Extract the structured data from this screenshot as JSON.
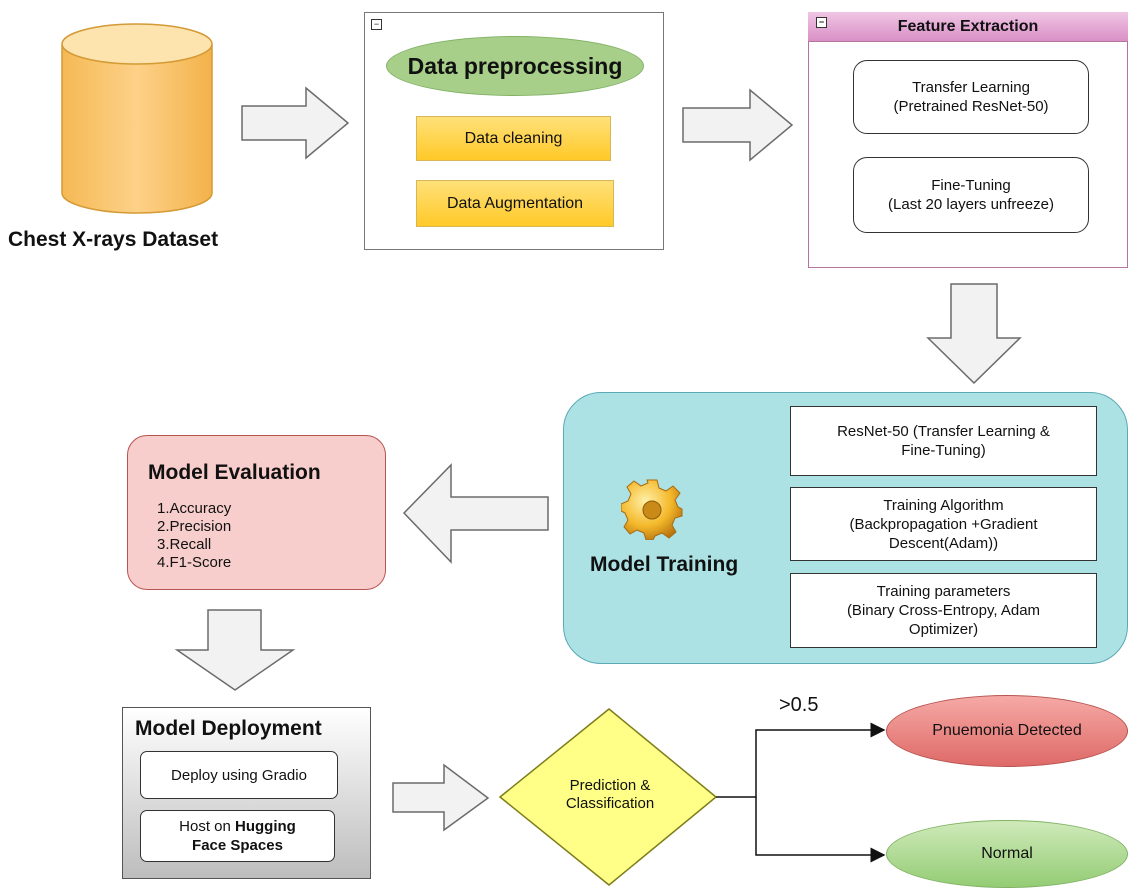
{
  "dataset": {
    "label": "Chest X-rays Dataset"
  },
  "preprocessing": {
    "title": "Data preprocessing",
    "steps": [
      "Data cleaning",
      "Data Augmentation"
    ]
  },
  "feature_extraction": {
    "title": "Feature Extraction",
    "items": [
      "Transfer Learning\n(Pretrained ResNet-50)",
      "Fine-Tuning\n(Last 20 layers unfreeze)"
    ]
  },
  "training": {
    "label": "Model Training",
    "boxes": [
      "ResNet-50 (Transfer Learning &\nFine-Tuning)",
      "Training Algorithm\n(Backpropagation +Gradient\nDescent(Adam))",
      "Training parameters\n(Binary Cross-Entropy, Adam\nOptimizer)"
    ]
  },
  "evaluation": {
    "title": "Model Evaluation",
    "metrics": [
      "1.Accuracy",
      "2.Precision",
      "3.Recall",
      "4.F1-Score"
    ]
  },
  "deployment": {
    "title": "Model Deployment",
    "gradio": "Deploy using Gradio",
    "host_prefix": "Host on ",
    "host_bold_1": "Hugging",
    "host_bold_2": "Face Spaces"
  },
  "decision": {
    "label": "Prediction &\nClassification",
    "threshold": ">0.5",
    "positive": "Pnuemonia Detected",
    "negative": "Normal"
  },
  "colors": {
    "cylinder": "#fdd188",
    "preprocess_ellipse": "#a7cf8a",
    "feature_header": "#d98fc6",
    "training_bg": "#ace2e4",
    "evaluation_bg": "#f8cecc",
    "diamond": "#ffff88",
    "positive": "#de6a68",
    "negative": "#94cc74"
  }
}
